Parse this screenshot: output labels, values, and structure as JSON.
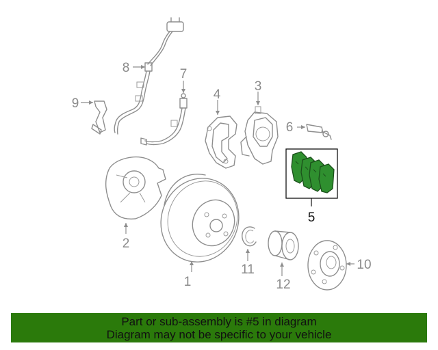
{
  "diagram": {
    "callouts": [
      {
        "id": "1",
        "label": "1"
      },
      {
        "id": "2",
        "label": "2"
      },
      {
        "id": "3",
        "label": "3"
      },
      {
        "id": "4",
        "label": "4"
      },
      {
        "id": "5",
        "label": "5",
        "highlighted": true
      },
      {
        "id": "6",
        "label": "6"
      },
      {
        "id": "7",
        "label": "7"
      },
      {
        "id": "8",
        "label": "8"
      },
      {
        "id": "9",
        "label": "9"
      },
      {
        "id": "10",
        "label": "10"
      },
      {
        "id": "11",
        "label": "11"
      },
      {
        "id": "12",
        "label": "12"
      }
    ],
    "colors": {
      "line_art": "#8e8e8e",
      "highlight_part": "#2f8f2f",
      "banner": "#2b7a0b"
    }
  },
  "footer": {
    "line1": "Part or sub-assembly is #5 in diagram",
    "line2": "Diagram may not be specific to your vehicle"
  }
}
